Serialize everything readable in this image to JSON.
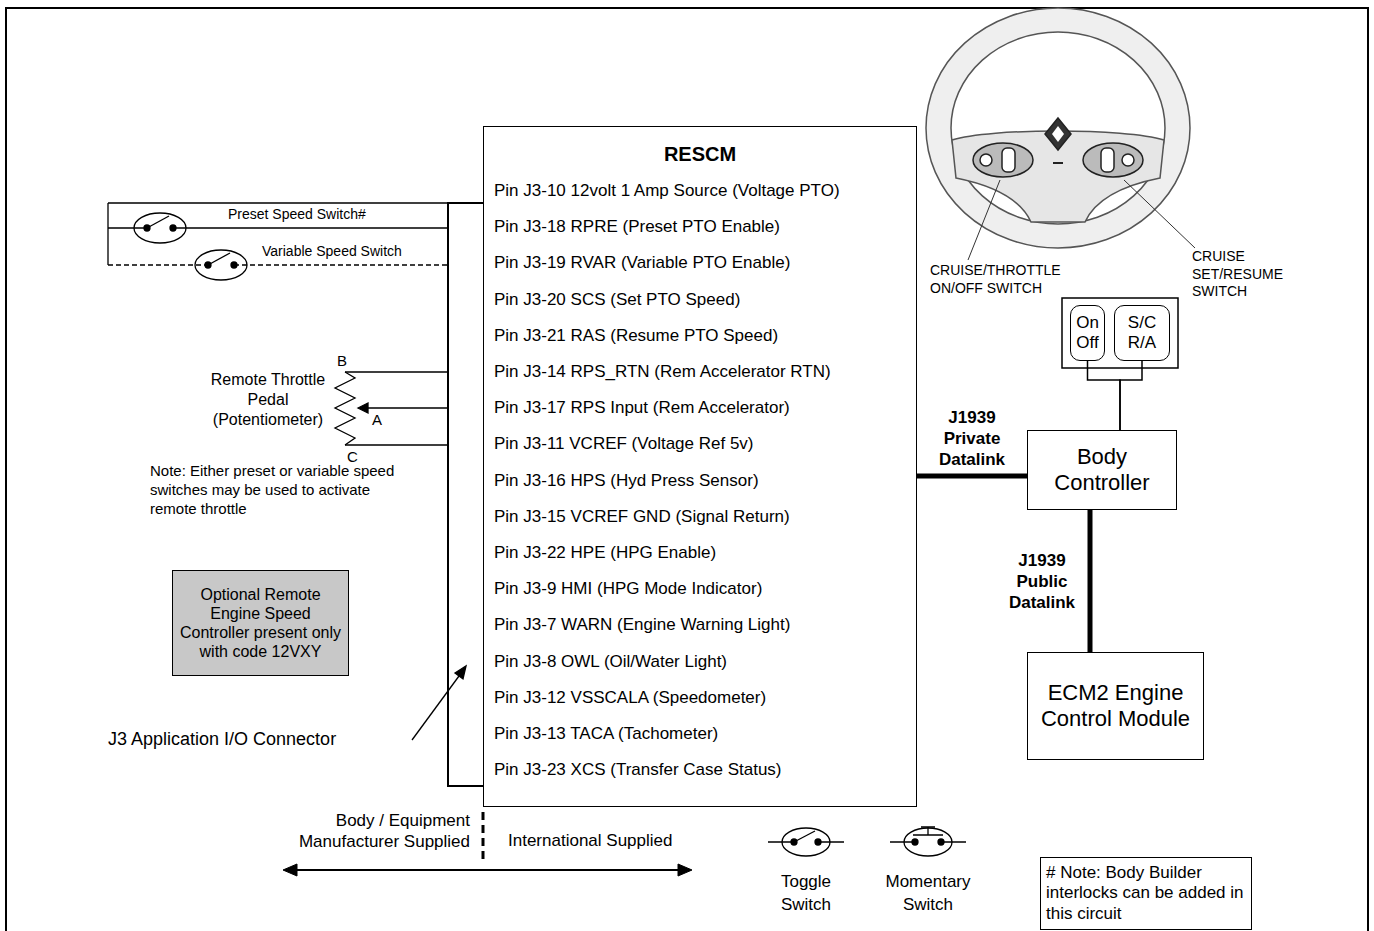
{
  "diagram": {
    "nodes": [
      {
        "text": [
          "RESCM",
          "Pin J3-10 12volt 1 Amp Source (Voltage PTO)",
          "Pin J3-18 RPRE (Preset PTO Enable)",
          "Pin J3-19 RVAR (Variable PTO Enable)",
          "Pin J3-20 SCS (Set PTO Speed)",
          "Pin J3-21 RAS (Resume PTO Speed)",
          "Pin J3-14 RPS_RTN (Rem Accelerator RTN)",
          "Pin J3-17 RPS Input (Rem Accelerator)",
          "Pin J3-11 VCREF (Voltage Ref 5v)",
          "Pin J3-16 HPS (Hyd Press Sensor)",
          "Pin J3-15 VCREF GND (Signal Return)",
          "Pin J3-22 HPE (HPG Enable)",
          "Pin J3-9 HMI (HPG Mode Indicator)",
          "Pin J3-7 WARN (Engine Warning Light)",
          "Pin J3-8 OWL (Oil/Water Light)",
          "Pin J3-12 VSSCALA (Speedometer)",
          "Pin J3-13 TACA (Tachometer)",
          "Pin J3-23 XCS (Transfer Case Status)"
        ]
      },
      {
        "text": [
          "Optional Remote Engine Speed Controller present only with code 12VXY"
        ]
      },
      {
        "text": [
          "On Off"
        ]
      },
      {
        "text": [
          "S/C R/A"
        ]
      },
      {
        "text": [
          "Body Controller"
        ]
      },
      {
        "text": [
          "ECM2 Engine Control Module"
        ]
      },
      {
        "text": [
          "# Note: Body Builder interlocks can be added in this circuit"
        ]
      }
    ],
    "edges": [
      {
        "from": 0,
        "to": 4,
        "arrow": "none",
        "label": "J1939 Private Datalink"
      },
      {
        "from": 4,
        "to": 5,
        "arrow": "none",
        "label": "J1939 Public Datalink"
      },
      {
        "from": 2,
        "to": 4,
        "arrow": "none"
      },
      {
        "from": 3,
        "to": 4,
        "arrow": "none"
      }
    ],
    "labels": [
      "Preset Speed Switch#",
      "Variable Speed Switch",
      "B",
      "Remote Throttle Pedal (Potentiometer)",
      "A",
      "C",
      "Note: Either preset or variable speed switches may be used to activate remote throttle",
      "J3 Application I/O Connector",
      "Body / Equipment Manufacturer Supplied",
      "International Supplied",
      "CRUISE/THROTTLE ON/OFF SWITCH",
      "CRUISE SET/RESUME SWITCH"
    ],
    "legend": [
      {
        "text": "Toggle Switch"
      },
      {
        "text": "Momentary Switch"
      }
    ]
  }
}
